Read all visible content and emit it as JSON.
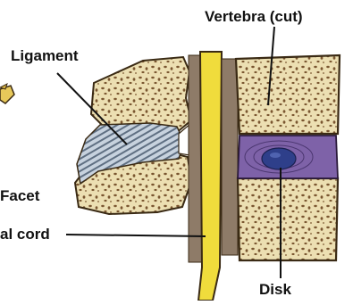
{
  "labels": {
    "vertebra": "Vertebra (cut)",
    "ligament": "Ligament",
    "facet": "Facet",
    "spinal_cord": "al cord",
    "disk": "Disk"
  },
  "colors": {
    "bone": "#e9dcae",
    "bone_dark": "#6b4a22",
    "spinal_cord": "#f0dc3c",
    "ligament": "#a9b8c8",
    "disk_outer": "#7e62a8",
    "disk_core": "#2e3f8a",
    "background": "#ffffff"
  }
}
